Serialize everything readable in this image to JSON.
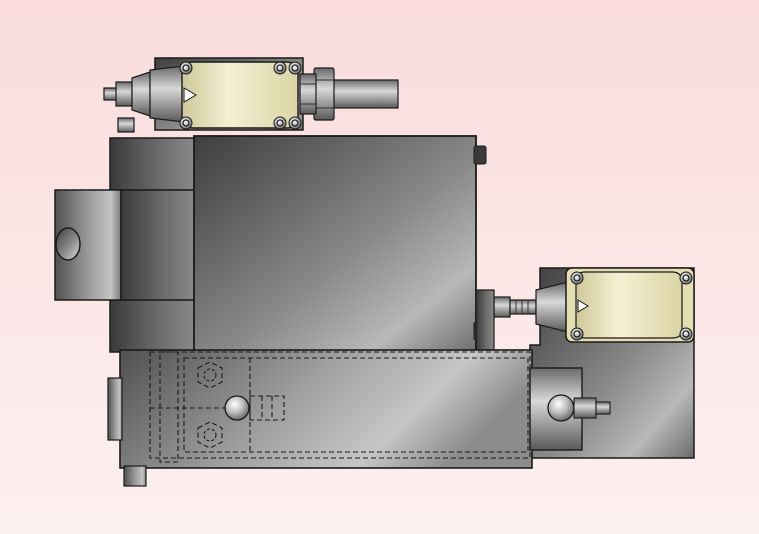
{
  "colors": {
    "background_top": "#fadcdc",
    "background_bottom": "#fdf0f0",
    "steel_dark": "#4a4a4a",
    "steel_light": "#c8c8c8",
    "switch_body": "#eeeac4",
    "outline": "#1a1a1a"
  },
  "parts": [
    "top-limit-switch",
    "main-housing-block",
    "rear-bracket",
    "side-boss",
    "bottom-valve-body",
    "right-mounting-plate",
    "right-limit-switch"
  ]
}
